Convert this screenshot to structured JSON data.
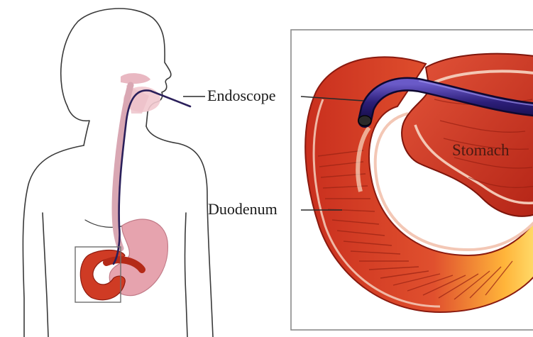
{
  "labels": {
    "endoscope": "Endoscope",
    "duodenum": "Duodenum",
    "stomach": "Stomach"
  },
  "colors": {
    "tissue": "#d9422b",
    "tissue_dark": "#a82014",
    "tissue_light": "#f06a45",
    "highlight": "#ffd23a",
    "lining": "#f3c7b5",
    "endoscope_tube": "#3a2a8a",
    "outline": "#333333",
    "frame": "#8a8a8a"
  }
}
